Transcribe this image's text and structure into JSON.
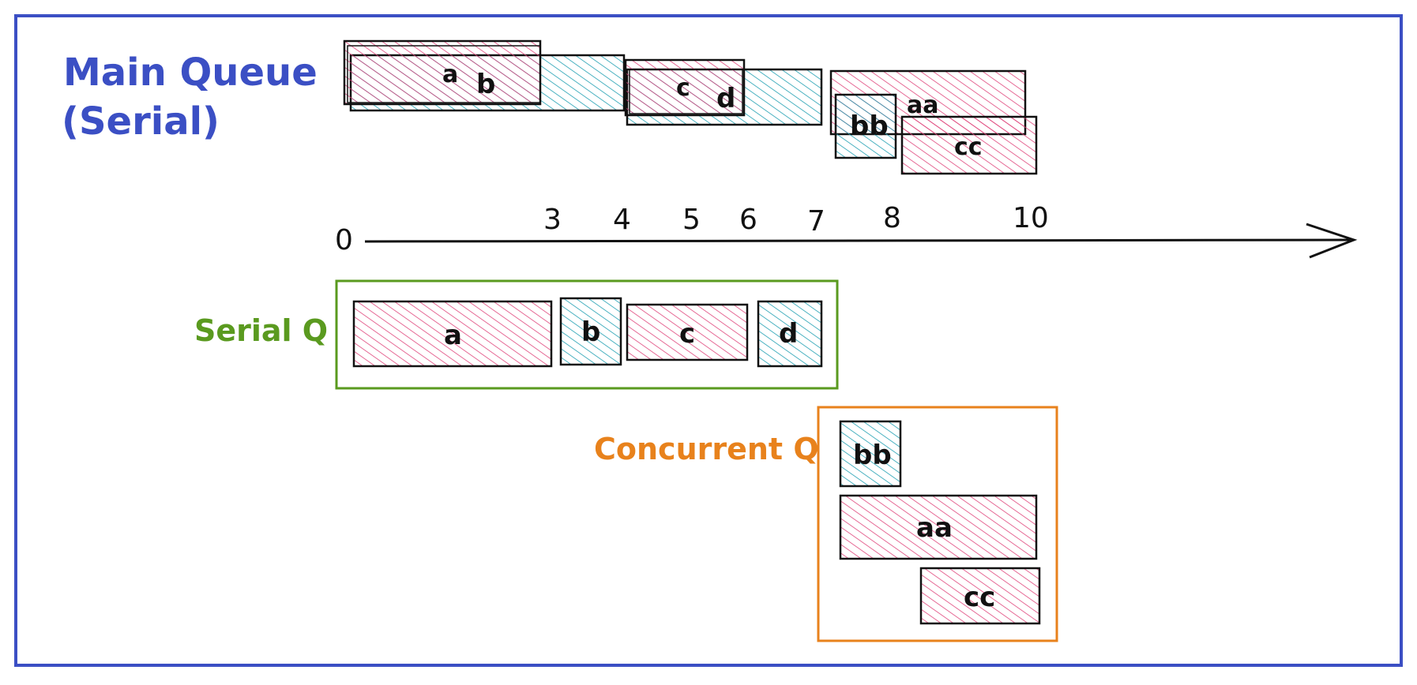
{
  "colors": {
    "frame": "#3b4fc4",
    "serial": "#5a9a1f",
    "concurrent": "#e8821c",
    "pink": "#e0457b",
    "teal": "#1f9fb2",
    "ink": "#111111"
  },
  "main_queue": {
    "title_line1": "Main Queue",
    "title_line2": "(Serial)",
    "labels": {
      "a": "a",
      "b": "b",
      "c": "c",
      "d": "d",
      "aa": "aa",
      "bb": "bb",
      "cc": "cc"
    }
  },
  "timeline": {
    "ticks": [
      "0",
      "3",
      "4",
      "5",
      "6",
      "7",
      "8",
      "10"
    ]
  },
  "serial_q": {
    "label": "Serial Q",
    "tasks": [
      "a",
      "b",
      "c",
      "d"
    ]
  },
  "concurrent_q": {
    "label": "Concurrent Q",
    "tasks": [
      "bb",
      "aa",
      "cc"
    ]
  }
}
